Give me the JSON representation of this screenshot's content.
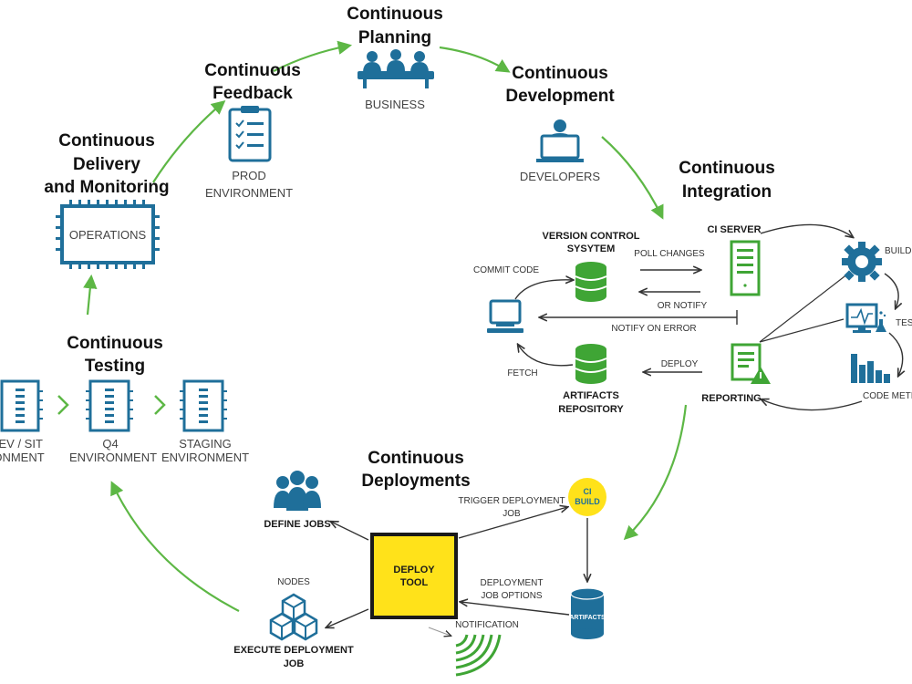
{
  "stages": {
    "planning": {
      "line1": "Continuous",
      "line2": "Planning",
      "label": "BUSINESS"
    },
    "development": {
      "line1": "Continuous",
      "line2": "Development",
      "label": "DEVELOPERS"
    },
    "integration": {
      "line1": "Continuous",
      "line2": "Integration"
    },
    "deployments": {
      "line1": "Continuous",
      "line2": "Deployments"
    },
    "testing": {
      "line1": "Continuous",
      "line2": "Testing"
    },
    "delivery": {
      "line1": "Continuous",
      "line2": "Delivery",
      "line3": "and Monitoring",
      "label": "OPERATIONS"
    },
    "feedback": {
      "line1": "Continuous",
      "line2": "Feedback",
      "label1": "PROD",
      "label2": "ENVIRONMENT"
    }
  },
  "integration": {
    "vcs_line1": "VERSION CONTROL",
    "vcs_line2": "SYSYTEM",
    "ci_server": "CI SERVER",
    "poll_changes": "POLL CHANGES",
    "or_notify": "OR NOTIFY",
    "notify_on_error": "NOTIFY ON ERROR",
    "commit_code": "COMMIT CODE",
    "fetch": "FETCH",
    "deploy": "DEPLOY",
    "artifacts_line1": "ARTIFACTS",
    "artifacts_line2": "REPOSITORY",
    "reporting": "REPORTING",
    "build": "BUILD",
    "test": "TES",
    "code_metrics": "CODE METI"
  },
  "testing": {
    "env1_line1": "DEV / SIT",
    "env1_line2": "IRONMENT",
    "env2_line1": "Q4",
    "env2_line2": "ENVIRONMENT",
    "env3_line1": "STAGING",
    "env3_line2": "ENVIRONMENT"
  },
  "deployments": {
    "define_jobs": "DEFINE JOBS",
    "deploy_tool_line1": "DEPLOY",
    "deploy_tool_line2": "TOOL",
    "trigger_line1": "TRIGGER DEPLOYMENT",
    "trigger_line2": "JOB",
    "ci_build_line1": "CI",
    "ci_build_line2": "BUILD",
    "job_options_line1": "DEPLOYMENT",
    "job_options_line2": "JOB OPTIONS",
    "artifacts": "ARTIFACTS",
    "nodes": "NODES",
    "execute_line1": "EXECUTE DEPLOYMENT",
    "execute_line2": "JOB",
    "notification": "NOTIFICATION"
  },
  "colors": {
    "green_arrow": "#5db745",
    "icon_blue": "#1f6f9a",
    "deploy_yellow": "#ffe21a",
    "ci_green": "#3fa535"
  },
  "icons": [
    "business-meeting-icon",
    "developer-laptop-icon",
    "clipboard-checklist-icon",
    "chip-board-icon",
    "database-icon",
    "server-icon",
    "gear-icon",
    "monitor-test-icon",
    "bar-chart-icon",
    "people-group-icon",
    "cubes-icon",
    "signal-waves-icon",
    "cylinder-icon"
  ]
}
